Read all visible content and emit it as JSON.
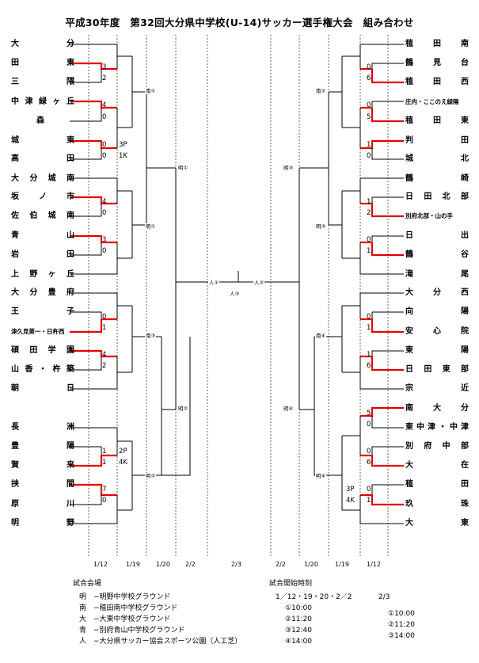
{
  "title": "平成30年度　第32回大分県中学校(U-14)サッカー選手権大会　組み合わせ",
  "left_teams": [
    "大　　分",
    "田　　東",
    "三　　隈",
    "中津緑ヶ丘",
    "森",
    "城　　東",
    "高　　田",
    "大分城南",
    "坂　ノ　市",
    "佐伯城南",
    "青　　山",
    "岩　　田",
    "上野ヶ丘",
    "大分豊府",
    "王　　子",
    "津久見第一・日杵西",
    "碩田学園",
    "山香・杵築",
    "朝　　日",
    "長　　洲",
    "豊　　陽",
    "賀　　来",
    "挟　　間",
    "原　　川",
    "明　　野"
  ],
  "right_teams": [
    "稙　田　南",
    "鶴　見　台",
    "稙　田　西",
    "庄内・ここのえ緑陽",
    "稙　田　東",
    "判　　田",
    "城　　北",
    "鶴　　崎",
    "日田北部",
    "別府北部・山の手",
    "日　　出",
    "鶴　　谷",
    "滝　　尾",
    "大　分　西",
    "向　　陽",
    "安　心　院",
    "東　　陽",
    "日田東部",
    "宗　　近",
    "南　大　分",
    "東中津・中津",
    "別府中部",
    "大　　在",
    "稙　　田",
    "玖　　珠",
    "大　　東"
  ],
  "scores": [
    "3",
    "2",
    "4",
    "0",
    "0",
    "0",
    "3P",
    "1K",
    "4",
    "0",
    "3",
    "0",
    "0",
    "1",
    "4",
    "2",
    "1",
    "1",
    "2P",
    "4K",
    "7",
    "0",
    "0",
    "6",
    "0",
    "5",
    "1",
    "0",
    "1",
    "2",
    "0",
    "1",
    "0",
    "1",
    "1",
    "6",
    "5",
    "0",
    "0",
    "6",
    "3P",
    "4K",
    "0",
    "1"
  ],
  "venues": [
    "南①",
    "明①",
    "明①",
    "南③",
    "明②",
    "明②",
    "人①",
    "人③",
    "人②",
    "南②",
    "明③",
    "明③",
    "南④",
    "明④",
    "明④"
  ],
  "dates": [
    "1/12",
    "1/19",
    "1/20",
    "2/2",
    "2/3",
    "2/2",
    "1/20",
    "1/19",
    "1/12"
  ],
  "venue_header": "試合会場",
  "venue_list": [
    "明　−明野中学校グラウンド",
    "南　−稙田南中学校グラウンド",
    "大　−大東中学校グラウンド",
    "青　−別府青山中学校グラウンド",
    "人　−大分県サッカー協会スポーツ公園（人工芝）"
  ],
  "time_header": "試合開始時刻",
  "time_days1": "1／12・19・20・2／2",
  "time_day2": "2/3",
  "times1": [
    "①10:00",
    "②11:20",
    "③12:40",
    "④14:00"
  ],
  "times2": [
    "①10:00",
    "②11:20",
    "③14:00"
  ],
  "colors": {
    "win": "#e60000",
    "line": "#000000"
  }
}
